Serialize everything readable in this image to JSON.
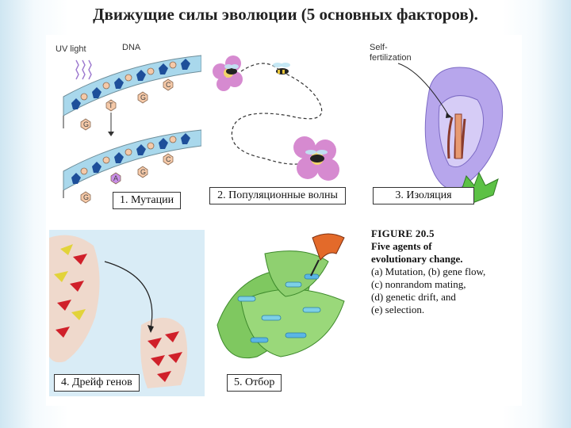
{
  "title": "Движущие силы эволюции (5 основных факторов).",
  "panels": {
    "mutation": {
      "label": "1. Мутации",
      "uv_label": "UV light",
      "dna_label": "DNA",
      "nucleotides_top": [
        "G",
        "T",
        "G",
        "C"
      ],
      "nucleotides_bottom": [
        "G",
        "A",
        "G",
        "C"
      ]
    },
    "gene_flow": {
      "label": "2. Популяционные волны"
    },
    "isolation": {
      "label": "3. Изоляция",
      "self_fert_label_1": "Self-",
      "self_fert_label_2": "fertilization"
    },
    "drift": {
      "label": "4. Дрейф генов"
    },
    "selection": {
      "label": "5. Отбор"
    }
  },
  "figure_caption": {
    "title": "FIGURE 20.5",
    "heading_1": "Five agents of",
    "heading_2": "evolutionary change.",
    "lines": [
      "(a) Mutation, (b) gene flow,",
      "(c) nonrandom mating,",
      "(d) genetic drift, and",
      "(e) selection."
    ]
  },
  "colors": {
    "dna_backbone": "#a9d8ec",
    "nucleotide": "#f5c9a8",
    "mutant": "#c98ee8",
    "flower": "#d68ad0",
    "bird_red": "#d0202a",
    "leaf": "#7fc860",
    "caterpillar_blue": "#5ab6e6",
    "isolation_flower": "#b7a6ec"
  }
}
